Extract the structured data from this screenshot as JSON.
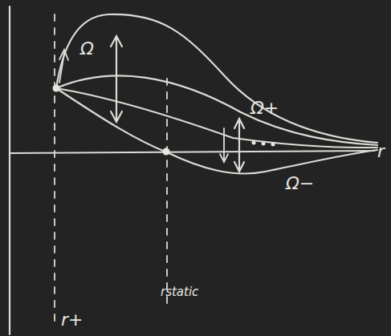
{
  "diagram": {
    "labels": [
      "Ω",
      "Ω+",
      "Ω−",
      "r",
      "r+",
      "rstatic"
    ]
  }
}
